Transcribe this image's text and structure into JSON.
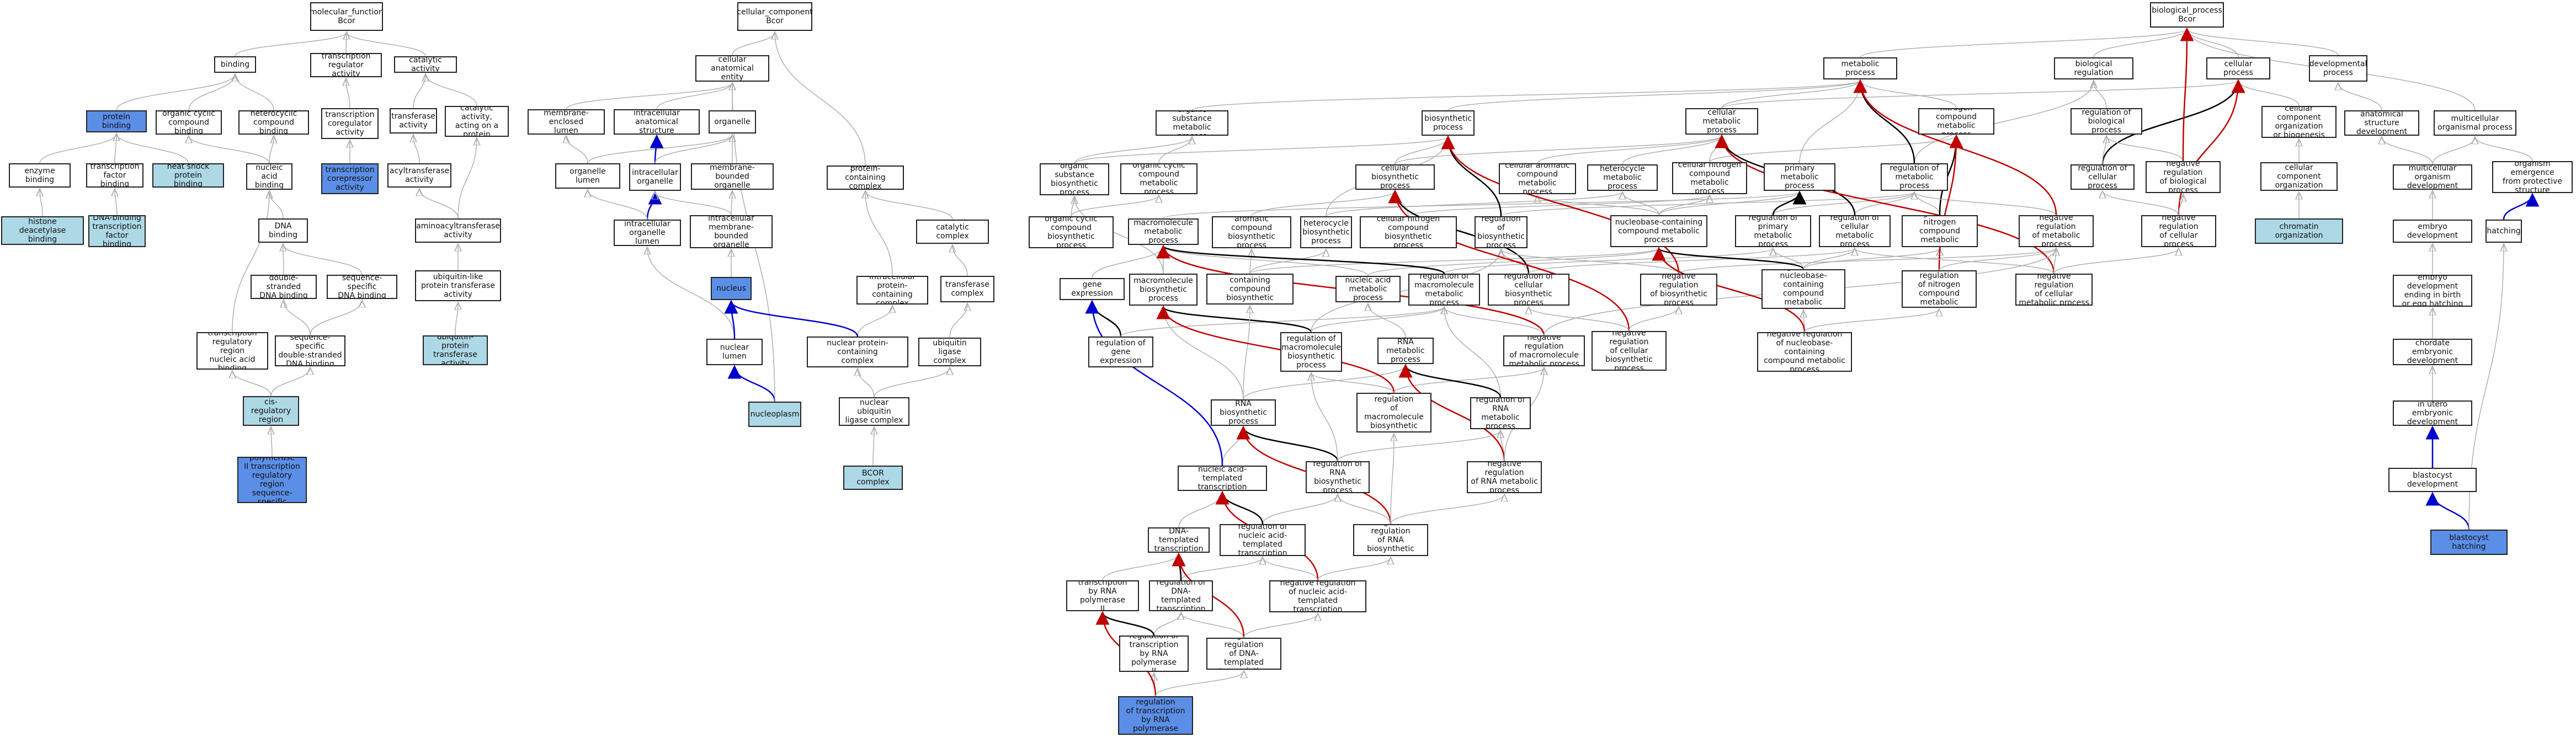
{
  "colors": {
    "default": "#ffffff",
    "highlight_blue": "#5b8ee6",
    "highlight_light": "#add8e6",
    "edge_is_a": "#b0b0b0",
    "edge_regulates": "#000000",
    "edge_neg_regulates": "#c00000",
    "edge_part_of": "#0000cc"
  },
  "nodes": {
    "mf": "molecular_function\nBcor",
    "binding": "binding",
    "tra": "transcription\nregulator activity",
    "cat": "catalytic activity",
    "pb": "protein binding",
    "occb": "organic cyclic\ncompound binding",
    "hcb": "heterocyclic\ncompound binding",
    "tca": "transcription\ncoregulator\nactivity",
    "tfa": "transferase\nactivity",
    "cpr": "catalytic activity,\nacting on a\nprotein",
    "eb": "enzyme binding",
    "tfb": "transcription\nfactor binding",
    "hspb": "heat shock protein\nbinding",
    "nab": "nucleic acid\nbinding",
    "tcra": "transcription\ncorepressor\nactivity",
    "acyl": "acyltransferase\nactivity",
    "amino": "aminoacyltransferase\nactivity",
    "hdb": "histone deacetylase\nbinding",
    "dnatf": "DNA-binding\ntranscription\nfactor binding",
    "dnab": "DNA binding",
    "ubl": "ubiquitin-like\nprotein transferase\nactivity",
    "dsdna": "double-stranded\nDNA binding",
    "ssdna": "sequence-specific\nDNA binding",
    "uptx": "ubiquitin-protein\ntransferase\nactivity",
    "trrn": "transcription\nregulatory region\nnucleic acid\nbinding",
    "ssds": "sequence-specific\ndouble-stranded\nDNA binding",
    "tcis": "transcription\ncis-regulatory\nregion binding",
    "rnap": "RNA polymerase\nII transcription\nregulatory region\nsequence-specific\nDNA binding",
    "cc": "cellular_component\nBcor",
    "cae": "cellular anatomical\nentity",
    "mel": "membrane-enclosed\nlumen",
    "ias": "intracellular\nanatomical structure",
    "org": "organelle",
    "ol": "organelle lumen",
    "io": "intracellular\norganelle",
    "mbo": "membrane-bounded\norganelle",
    "iol": "intracellular\norganelle lumen",
    "imbo": "intracellular\nmembrane-bounded\norganelle",
    "nuc": "nucleus",
    "nl": "nuclear lumen",
    "np": "nucleoplasm",
    "pcc": "protein-containing\ncomplex",
    "ipcc": "intracellular\nprotein-containing\ncomplex",
    "catc": "catalytic complex",
    "tc": "transferase\ncomplex",
    "npcc": "nuclear protein-containing\ncomplex",
    "ulc": "ubiquitin ligase\ncomplex",
    "nulc": "nuclear ubiquitin\nligase complex",
    "bcorc": "BCOR complex",
    "bp": "biological_process\nBcor",
    "mp": "metabolic process",
    "breg": "biological regulation",
    "cp": "cellular process",
    "dp": "developmental\nprocess",
    "osmp": "organic substance\nmetabolic process",
    "bsp": "biosynthetic\nprocess",
    "cmp": "cellular metabolic\nprocess",
    "ncmp": "nitrogen compound\nmetabolic process",
    "rbp": "regulation of\nbiological process",
    "cco": "cellular component\norganization\nor biogenesis",
    "asd": "anatomical structure\ndevelopment",
    "mod": "multicellular\norganismal process",
    "osbp": "organic substance\nbiosynthetic\nprocess",
    "occmp": "organic cyclic\ncompound metabolic\nprocess",
    "cbp": "cellular biosynthetic\nprocess",
    "cacmp": "cellular aromatic\ncompound metabolic\nprocess",
    "hmp": "heterocycle\nmetabolic process",
    "cncmp": "cellular nitrogen\ncompound metabolic\nprocess",
    "pmp": "primary metabolic\nprocess",
    "rmp": "regulation of\nmetabolic process",
    "rcp": "regulation of\ncellular process",
    "nrbp": "negative regulation\nof biological\nprocess",
    "cco2": "cellular component\norganization",
    "mord": "multicellular\norganism development",
    "oefp": "organism emergence\nfrom protective\nstructure",
    "occbp": "organic cyclic\ncompound biosynthetic\nprocess",
    "mmp": "macromolecule\nmetabolic process",
    "acbp": "aromatic compound\nbiosynthetic\nprocess",
    "hbp": "heterocycle\nbiosynthetic\nprocess",
    "cncbp": "cellular nitrogen\ncompound biosynthetic\nprocess",
    "rbsp": "regulation of\nbiosynthetic\nprocess",
    "nccmp": "nucleobase-containing\ncompound metabolic\nprocess",
    "rpmp": "regulation of\nprimary metabolic\nprocess",
    "rcmp": "regulation of\ncellular metabolic\nprocess",
    "rncmp": "regulation of\nnitrogen compound\nmetabolic process",
    "nrmp": "negative regulation\nof metabolic\nprocess",
    "nrcp": "negative regulation\nof cellular\nprocess",
    "chrom": "chromatin organization",
    "ed": "embryo development",
    "hatch": "hatching",
    "ge": "gene expression",
    "mbsp": "macromolecule\nbiosynthetic\nprocess",
    "ncbp": "nucleobase-containing\ncompound biosynthetic\nprocess",
    "namp": "nucleic acid\nmetabolic process",
    "rmmp": "regulation of\nmacromolecule\nmetabolic process",
    "rcbp": "regulation of\ncellular biosynthetic\nprocess",
    "nrbsp": "negative regulation\nof biosynthetic\nprocess",
    "rnccmp": "regulation of\nnucleobase-containing\ncompound metabolic\nprocess",
    "nrncmp": "negative regulation\nof nitrogen\ncompound metabolic\nprocess",
    "nrcmp": "negative regulation\nof cellular\nmetabolic process",
    "edb": "embryo development\nending in birth\nor egg hatching",
    "rge": "regulation of\ngene expression",
    "rmbp": "regulation of\nmacromolecule\nbiosynthetic\nprocess",
    "rnamp": "RNA metabolic\nprocess",
    "nrmmp": "negative regulation\nof macromolecule\nmetabolic process",
    "nrcbp": "negative regulation\nof cellular\nbiosynthetic\nprocess",
    "nrnccmp": "negative regulation\nof nucleobase-containing\ncompound metabolic\nprocess",
    "ced": "chordate embryonic\ndevelopment",
    "rnabp": "RNA biosynthetic\nprocess",
    "nrmbp": "negative regulation\nof macromolecule\nbiosynthetic\nprocess",
    "rrnamp": "regulation of\nRNA metabolic\nprocess",
    "iued": "in utero embryonic\ndevelopment",
    "natt": "nucleic acid-templated\ntranscription",
    "rrnabp": "regulation of\nRNA biosynthetic\nprocess",
    "nrrnamp": "negative regulation\nof RNA metabolic\nprocess",
    "bd": "blastocyst development",
    "dtt": "DNA-templated\ntranscription",
    "rnatt": "regulation of\nnucleic acid-templated\ntranscription",
    "nrrnabp": "negative regulation\nof RNA biosynthetic\nprocess",
    "bh": "blastocyst hatching",
    "trnap": "transcription\nby RNA polymerase\nII",
    "rdtt": "regulation of\nDNA-templated\ntranscription",
    "nrnatt": "negative regulation\nof nucleic acid-templated\ntranscription",
    "rtrnap": "regulation of\ntranscription\nby RNA polymerase\nII",
    "nrdtt": "negative regulation\nof DNA-templated\ntranscription",
    "nrtrnap": "negative regulation\nof transcription\nby RNA polymerase\nII"
  }
}
